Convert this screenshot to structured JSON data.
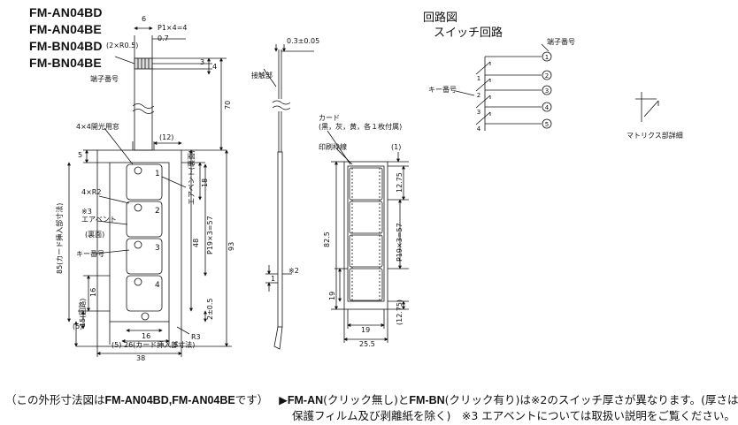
{
  "models": [
    "FM-AN04BD",
    "FM-AN04BE",
    "FM-BN04BD",
    "FM-BN04BE"
  ],
  "section_circuit": "回路図",
  "section_switch": "スイッチ回路",
  "section_matrix": "マトリクス部詳細",
  "labels": {
    "terminal_no": "端子番号",
    "terminal_no_2": "端子番号",
    "key_no": "キー番号",
    "key_no_2": "キー番号",
    "card": "カード",
    "card_colors": "(黒，灰，黄，各１枚付属)",
    "print_frame": "印刷枠線",
    "tape": "接触部",
    "window": "4×4開光用窓",
    "corner": "4×R2",
    "air_vent": "※3",
    "air_vent_2": "エアベント",
    "air_vent_3": "(裏面)",
    "air_vent_right": "エアベント(裏面)",
    "r3": "R3",
    "card_insert": "85(カード挿入部寸法)",
    "card_insert_bottom": "26(カード挿入部寸法)"
  },
  "dims": {
    "d6": "6",
    "pitch": "P1×4=4",
    "d07": "0.7",
    "r05": "(2×R0.5)",
    "d3": "3",
    "d4": "4",
    "d70": "70",
    "d12": "(12)",
    "d5": "5",
    "d18": "18",
    "d48": "48",
    "p19": "P19×3=57",
    "d93": "93",
    "d2_05": "2±0.5",
    "d16v": "16",
    "d15": "15(回路)",
    "d5p": "(5)",
    "d5b": "(5)",
    "d16h": "16",
    "d5c": "5",
    "d38": "38",
    "d2": "※2",
    "d1": "1",
    "d03": "0.3±0.05",
    "d1p": "(1)",
    "d1275a": "12.75",
    "d1275b": "(12.75)",
    "d825": "82.5",
    "p19b": "P19×3=57",
    "d19v": "19",
    "d19h": "19",
    "d255": "25.5"
  },
  "keys": [
    "1",
    "2",
    "3",
    "4"
  ],
  "circuit": {
    "terminals": [
      "1",
      "2",
      "3",
      "4",
      "5"
    ],
    "keys": [
      "1",
      "2",
      "3",
      "4"
    ]
  },
  "caption": {
    "part1": "（この外形寸法図は",
    "part2": "FM-AN04BD,FM-AN04BE",
    "part3": "です）",
    "part4": "▶",
    "part5": "FM-AN",
    "part6": "(クリック無し)と",
    "part7": "FM-BN",
    "part8": "(クリック有り)は※2のスイッチ厚さが異なります。(厚さは",
    "part9": "保護フィルム及び剥離紙を除く)　※3 エアベントについては取扱い説明をご覧ください。"
  }
}
